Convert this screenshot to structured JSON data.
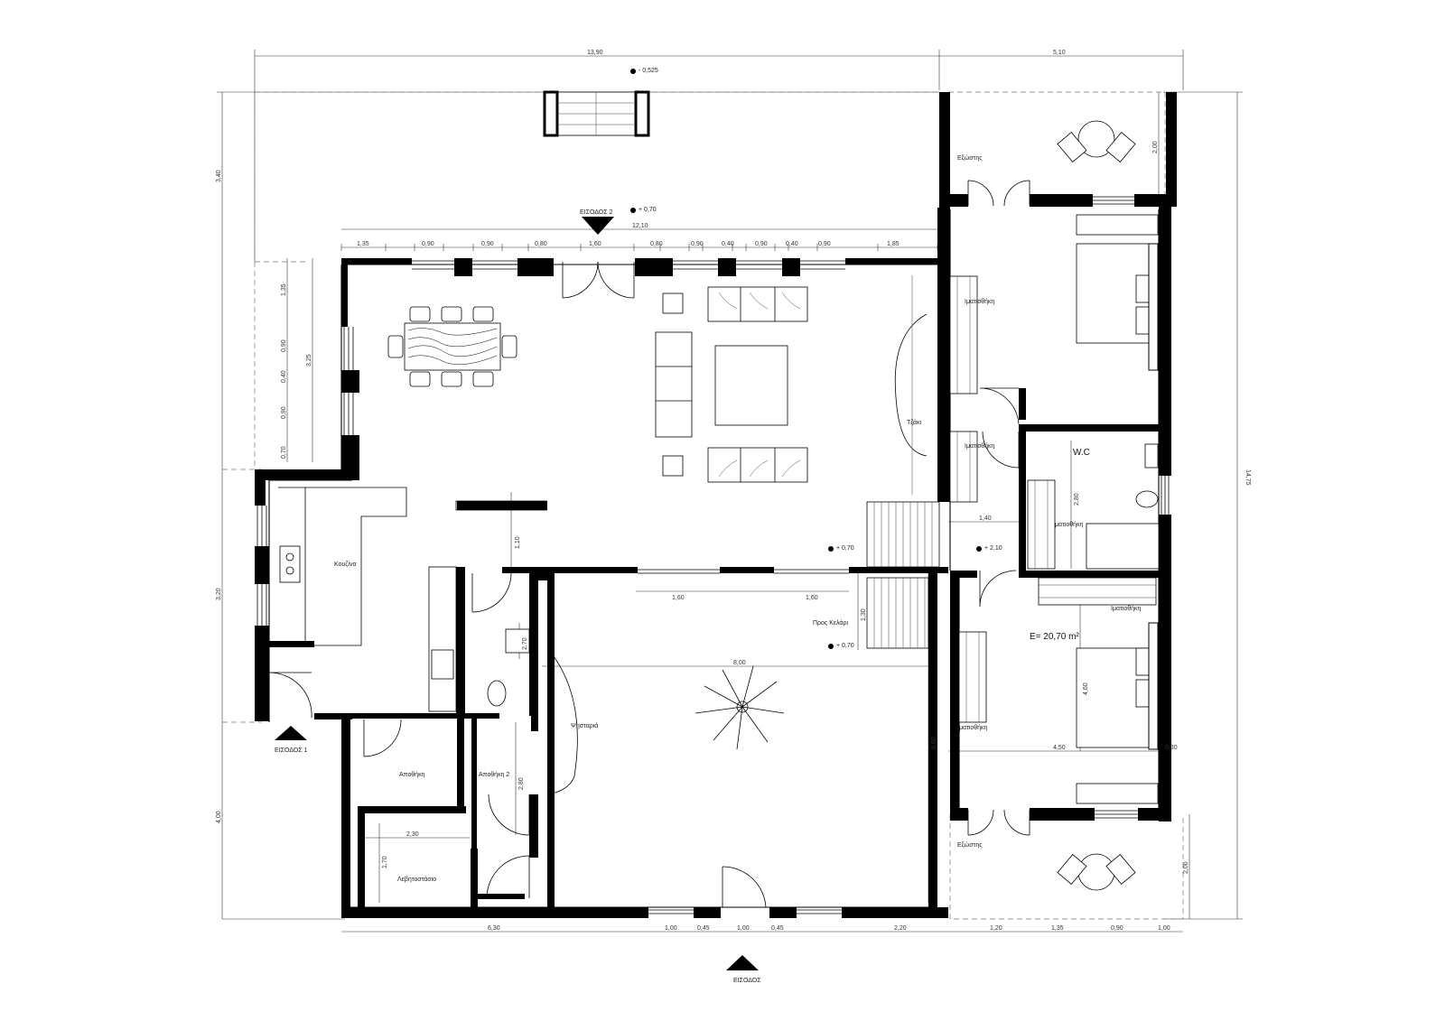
{
  "plan": {
    "rooms": {
      "kitchen": "Κουζίνα",
      "fireplace": "Τζάκι",
      "wardrobe_top": "Ιματιοθήκη",
      "wardrobe_mid": "Ιματιοθήκη",
      "wardrobe_wc": "ματιοθήκη",
      "wardrobe_bed2_top": "Ιματιοθήκη",
      "wardrobe_bed2_left": "Ιματιοθήκη",
      "wc": "W.C",
      "balcony_top": "Εξώστης",
      "balcony_bottom": "Εξώστης",
      "to_cellar": "Προς Κελάρι",
      "bedroom_area": "E= 20,70 m²",
      "bbq": "Ψησταριά",
      "storage1": "Αποθήκη",
      "storage2": "Αποθήκη 2",
      "boiler": "Λεβητοστάσιο"
    },
    "entrances": {
      "entrance2": "ΕΙΣΟΔΟΣ 2",
      "entrance1": "ΕΙΣΟΔΟΣ 1",
      "entrance_main": "ΕΙΣΟΔΟΣ"
    },
    "levels": {
      "top": "- 0,525",
      "entrance2": "+ 0,70",
      "hall1": "+ 0,70",
      "hall2": "+ 2,10",
      "cellar": "+ 0,70"
    },
    "dims": {
      "top_total": "13,90",
      "top_right": "5,10",
      "inner_total": "12,10",
      "row": [
        "1,35",
        "0,90",
        "0,90",
        "0,80",
        "1,60",
        "0,80",
        "0,90",
        "0,40",
        "0,90",
        "0,40",
        "0,90",
        "1,85"
      ],
      "left_outer": [
        "3,40",
        "3,20",
        "4,00"
      ],
      "left_inner": [
        "1,35",
        "0,90",
        "0,40",
        "0,90",
        "0,70"
      ],
      "left_mid": "3,25",
      "right_total": "14,75",
      "right_top": "2,00",
      "right_bottom": "2,00",
      "kitchen_h": "1,10",
      "win1": "1,60",
      "win2": "1,60",
      "stair_h": "1,30",
      "hall_w": "1,40",
      "wc_h": "2,80",
      "wc_small": "2,70",
      "patio_w": "8,00",
      "patio_h": "6,60",
      "storage_h": "2,80",
      "boiler_w": "2,30",
      "boiler_h": "1,70",
      "bed_w": "4,50",
      "bed_h": "4,60",
      "bed_wall": "0,30",
      "bottom": [
        "6,30",
        "1,00",
        "0,45",
        "1,00",
        "0,45",
        "2,20"
      ],
      "bottom_right": [
        "1,20",
        "1,35",
        "0,90",
        "1,00"
      ]
    }
  }
}
